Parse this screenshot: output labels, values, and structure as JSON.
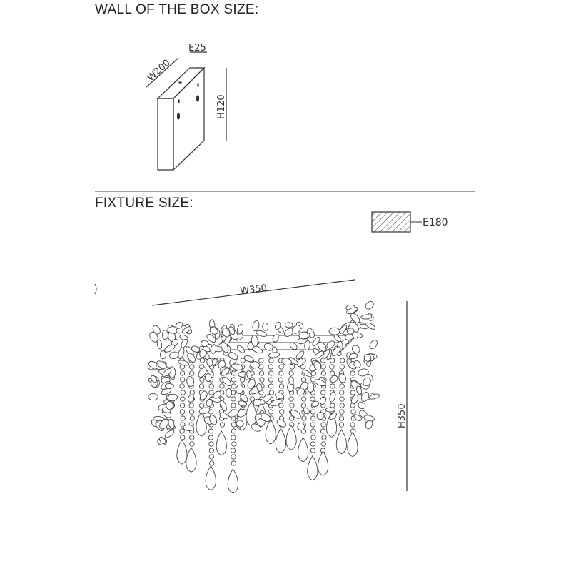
{
  "sections": {
    "wall_box_title": "WALL OF THE BOX SIZE:",
    "fixture_title": "FIXTURE SIZE:"
  },
  "wall_box": {
    "width_label": "W200",
    "depth_label": "E25",
    "height_label": "H120"
  },
  "fixture": {
    "depth_label": "E180",
    "width_label": "W350",
    "height_label": "H350"
  }
}
